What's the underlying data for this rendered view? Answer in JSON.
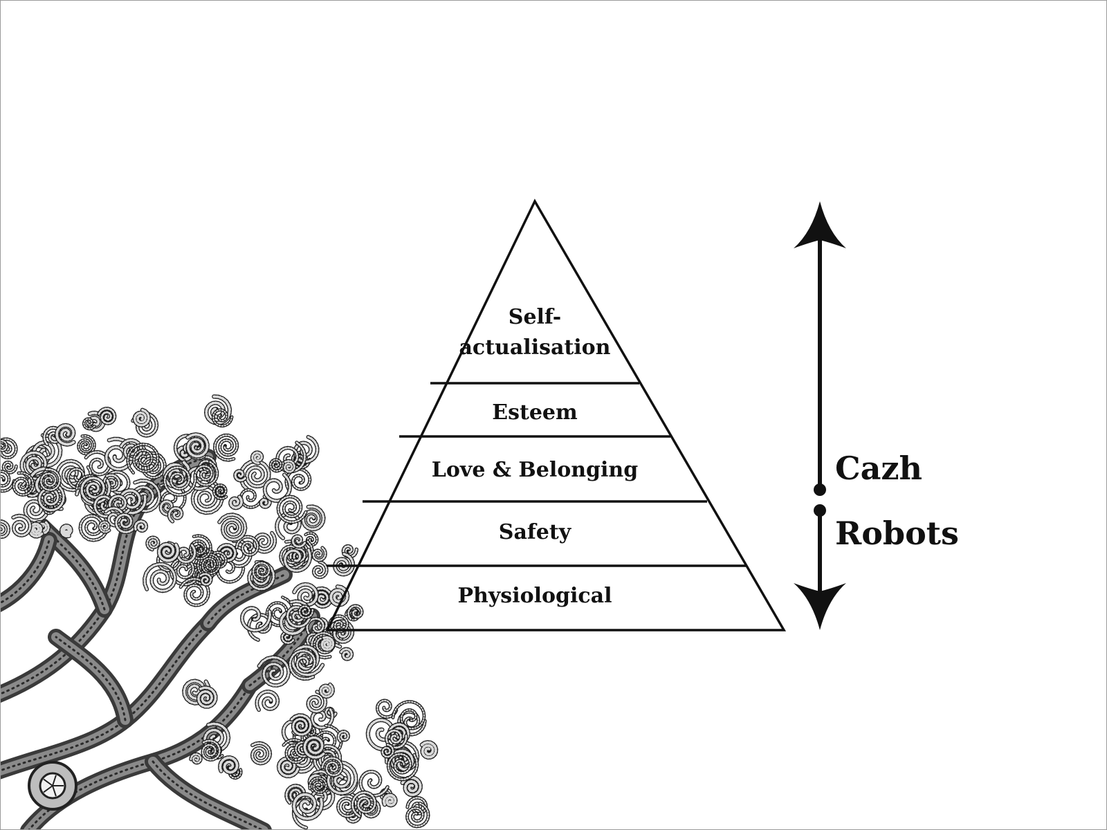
{
  "diagram": {
    "tiers": [
      {
        "key": "self_actualisation",
        "lines": [
          "Self-",
          "actualisation"
        ]
      },
      {
        "key": "esteem",
        "lines": [
          "Esteem"
        ]
      },
      {
        "key": "love_belonging",
        "lines": [
          "Love & Belonging"
        ]
      },
      {
        "key": "safety",
        "lines": [
          "Safety"
        ]
      },
      {
        "key": "physiological",
        "lines": [
          "Physiological"
        ]
      }
    ],
    "arrow_labels": {
      "upper": "Cazh",
      "lower": "Robots"
    }
  },
  "decoration": {
    "illustration": "coral-tree-etching"
  },
  "colors": {
    "ink": "#111111",
    "background": "#ffffff"
  }
}
